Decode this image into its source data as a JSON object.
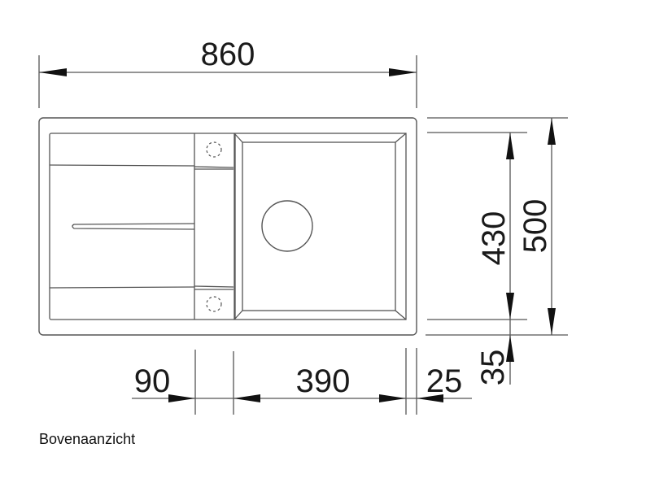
{
  "drawing": {
    "view_label": "Bovenaanzicht",
    "dimensions": {
      "overall_width": "860",
      "overall_depth": "500",
      "bowl_depth": "430",
      "front_offset": "35",
      "left_offset": "90",
      "bowl_width": "390",
      "right_offset": "25"
    },
    "colors": {
      "line": "#4a4a4a",
      "text": "#1a1a1a",
      "background": "#ffffff"
    }
  }
}
